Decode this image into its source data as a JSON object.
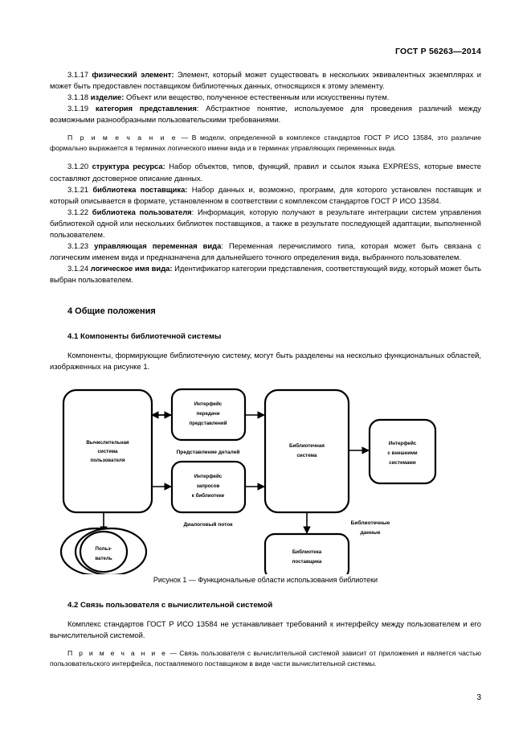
{
  "header": {
    "standard_code": "ГОСТ Р 56263—2014"
  },
  "page_number": "3",
  "definitions": [
    {
      "number": "3.1.17",
      "term": "физический элемент:",
      "text": " Элемент, который может существовать в нескольких эквивалентных экземплярах и может быть предоставлен поставщиком библиотечных данных, относящихся к этому элементу."
    },
    {
      "number": "3.1.18",
      "term": "изделие:",
      "text": " Объект или вещество, полученное естественным или искусственны путем."
    },
    {
      "number": "3.1.19",
      "term": "категория представления",
      "text": ": Абстрактное понятие, используемое для проведения различий между возможными разнообразными пользовательскими требованиями."
    }
  ],
  "note_1": {
    "label": "П р и м е ч а н и е",
    "text": " — В модели, определенной в комплексе стандартов ГОСТ Р ИСО 13584, это различие формально выражается в терминах логического имени вида и в терминах управляющих переменных вида."
  },
  "definitions_2": [
    {
      "number": "3.1.20",
      "term": "структура ресурса:",
      "text": " Набор объектов, типов, функций, правил и ссылок языка EXPRESS, которые вместе составляют достоверное описание данных."
    },
    {
      "number": "3.1.21",
      "term": "библиотека поставщика:",
      "text": " Набор данных и, возможно, программ, для которого установлен поставщик и который описывается в формате, установленном в соответствии с комплексом стандартов ГОСТ Р ИСО 13584."
    },
    {
      "number": "3.1.22",
      "term": "библиотека пользователя",
      "text": ": Информация, которую получают в результате интеграции систем управления библиотекой одной или нескольких библиотек поставщиков, а также в результате последующей адаптации, выполненной пользователем."
    },
    {
      "number": "3.1.23",
      "term": "управляющая переменная вида",
      "text": ": Переменная перечислимого типа, которая может быть связана с логическим именем вида и предназначена для дальнейшего точного определения вида, выбранного пользователем."
    },
    {
      "number": "3.1.24",
      "term": "логическое имя вида:",
      "text": " Идентификатор категории представления, соответствующий виду, который может быть выбран пользователем."
    }
  ],
  "section_4": {
    "heading": "4 Общие положения",
    "sub_4_1": {
      "heading": "4.1 Компоненты библиотечной системы",
      "paragraph": "Компоненты, формирующие библиотечную систему, могут быть разделены на несколько функциональных областей, изображенных на рисунке 1."
    },
    "sub_4_2": {
      "heading": "4.2 Связь пользователя с вычислительной системой",
      "paragraph": "Комплекс стандартов ГОСТ Р ИСО 13584 не устанавливает требований к интерфейсу между пользователем и его вычислительной системой.",
      "note_label": "П р и м е ч а н и е",
      "note_text": " — Связь пользователя с вычислительной системой зависит от приложения и является частью пользовательского интерфейса, поставляемого поставщиком в виде части вычислительной системы."
    }
  },
  "figure": {
    "caption": "Рисунок 1 — Функциональные области использования библиотеки",
    "nodes": {
      "user_computing_system": [
        "Вычислительная",
        "система",
        "пользователя"
      ],
      "view_transfer_interface": [
        "Интерфейс",
        "передачи",
        "представлений"
      ],
      "library_query_interface": [
        "Интерфейс",
        "запросов",
        "к библиотеке"
      ],
      "library_system": [
        "Библиотечная",
        "система"
      ],
      "external_systems_interface": [
        "Интерфейс",
        "с внешними",
        "системами"
      ],
      "supplier_library": [
        "Библиотека",
        "поставщика"
      ],
      "user": [
        "Польз-",
        "ватель"
      ]
    },
    "flow_labels": {
      "part_representation": "Представление деталей",
      "dialog_flow": "Диалоговый поток",
      "library_data": [
        "Библиотечные",
        "данные"
      ]
    }
  }
}
